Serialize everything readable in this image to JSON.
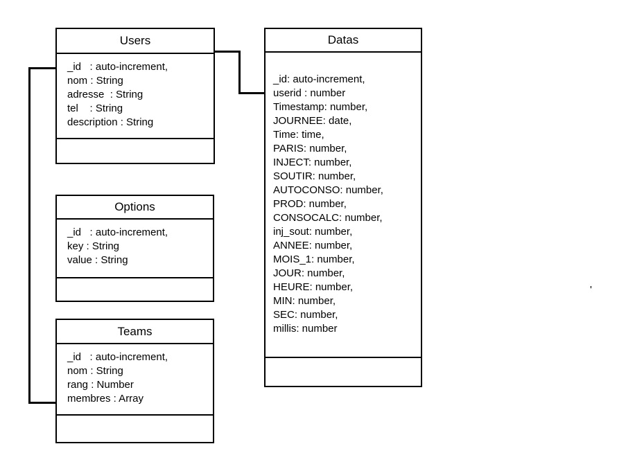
{
  "diagram": {
    "background_color": "#ffffff",
    "line_color": "#000000",
    "text_color": "#000000",
    "entities": [
      {
        "title": "Users",
        "fields": [
          "_id   : auto-increment,",
          "nom : String",
          "adresse  : String",
          "tel    : String",
          "description : String"
        ]
      },
      {
        "title": "Datas",
        "fields": [
          "_id: auto-increment,",
          "userid : number",
          "Timestamp: number,",
          "JOURNEE: date,",
          "Time: time,",
          "PARIS: number,",
          "INJECT: number,",
          "SOUTIR: number,",
          "AUTOCONSO: number,",
          "PROD: number,",
          "CONSOCALC: number,",
          "inj_sout: number,",
          "ANNEE: number,",
          "MOIS_1: number,",
          "JOUR: number,",
          "HEURE: number,",
          "MIN: number,",
          "SEC: number,",
          "millis: number"
        ]
      },
      {
        "title": "Options",
        "fields": [
          "_id   : auto-increment,",
          "key : String",
          "value : String"
        ]
      },
      {
        "title": "Teams",
        "fields": [
          "_id   : auto-increment,",
          "nom : String",
          "rang : Number",
          "membres : Array"
        ]
      }
    ],
    "connectors": [
      {
        "name": "users-to-datas"
      },
      {
        "name": "users-to-teams"
      }
    ],
    "stray_mark": "'"
  }
}
